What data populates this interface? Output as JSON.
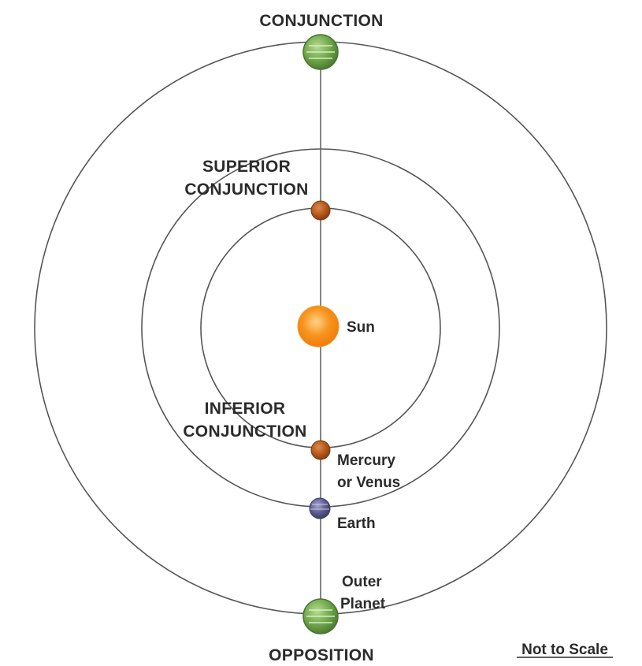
{
  "labels": {
    "conjunction": "CONJUNCTION",
    "superior_conjunction_line1": "SUPERIOR",
    "superior_conjunction_line2": "CONJUNCTION",
    "inferior_conjunction_line1": "INFERIOR",
    "inferior_conjunction_line2": "CONJUNCTION",
    "opposition": "OPPOSITION",
    "sun": "Sun",
    "mercury_venus_line1": "Mercury",
    "mercury_venus_line2": "or Venus",
    "earth": "Earth",
    "outer_planet_line1": "Outer",
    "outer_planet_line2": "Planet",
    "scale_note": "Not to Scale"
  },
  "colors": {
    "sun": "#f7941d",
    "sun_light": "#ffc36a",
    "inner_planet": "#b4581e",
    "outer_planet": "#6fa64a",
    "earth": "#5d5a8c",
    "orbit_line": "#555555",
    "label_text": "#2b2b2b"
  }
}
